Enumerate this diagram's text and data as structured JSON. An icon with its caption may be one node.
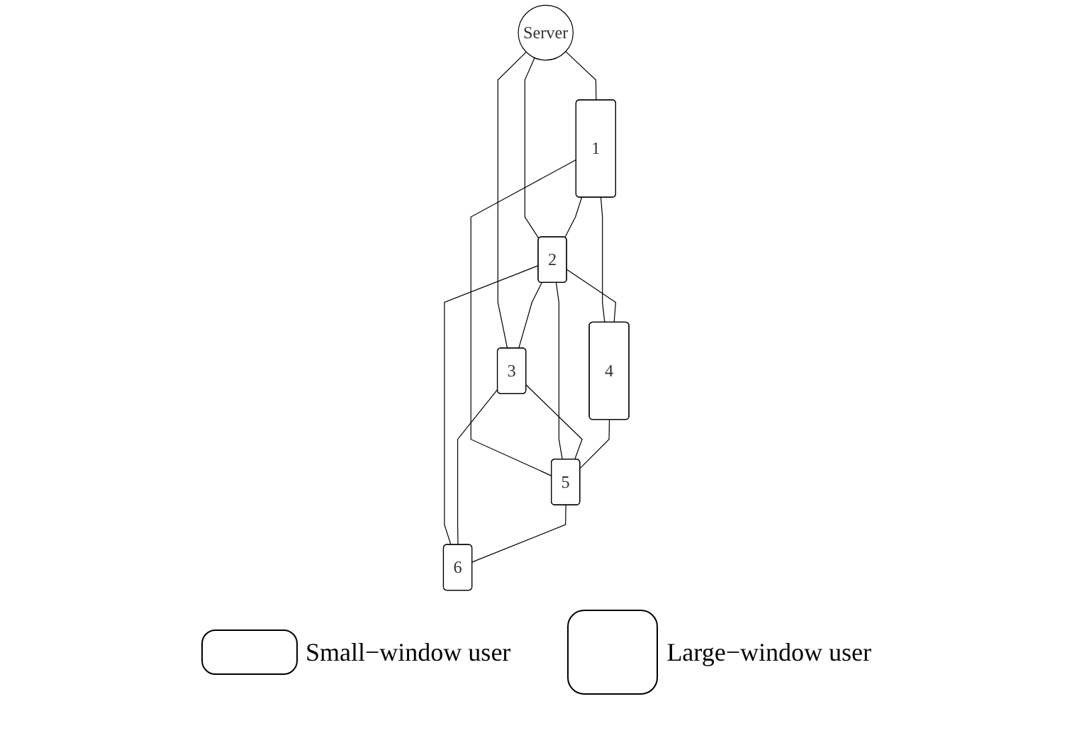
{
  "diagram": {
    "nodes": [
      {
        "text": [
          "Server"
        ]
      },
      {
        "text": [
          "1"
        ]
      },
      {
        "text": [
          "2"
        ]
      },
      {
        "text": [
          "3"
        ]
      },
      {
        "text": [
          "4"
        ]
      },
      {
        "text": [
          "5"
        ]
      },
      {
        "text": [
          "6"
        ]
      }
    ],
    "edges": [
      {
        "from": 0,
        "to": 1,
        "arrow": "none"
      },
      {
        "from": 0,
        "to": 2,
        "arrow": "none"
      },
      {
        "from": 0,
        "to": 3,
        "arrow": "none"
      },
      {
        "from": 1,
        "to": 2,
        "arrow": "none"
      },
      {
        "from": 2,
        "to": 3,
        "arrow": "none"
      },
      {
        "from": 1,
        "to": 4,
        "arrow": "none"
      },
      {
        "from": 1,
        "to": 5,
        "arrow": "none"
      },
      {
        "from": 2,
        "to": 4,
        "arrow": "none"
      },
      {
        "from": 2,
        "to": 5,
        "arrow": "none"
      },
      {
        "from": 2,
        "to": 6,
        "arrow": "none"
      },
      {
        "from": 3,
        "to": 5,
        "arrow": "none"
      },
      {
        "from": 3,
        "to": 6,
        "arrow": "none"
      },
      {
        "from": 4,
        "to": 5,
        "arrow": "none"
      },
      {
        "from": 5,
        "to": 6,
        "arrow": "none"
      }
    ],
    "legend": [
      {
        "text": "Small−window user"
      },
      {
        "text": "Large−window user"
      }
    ]
  }
}
